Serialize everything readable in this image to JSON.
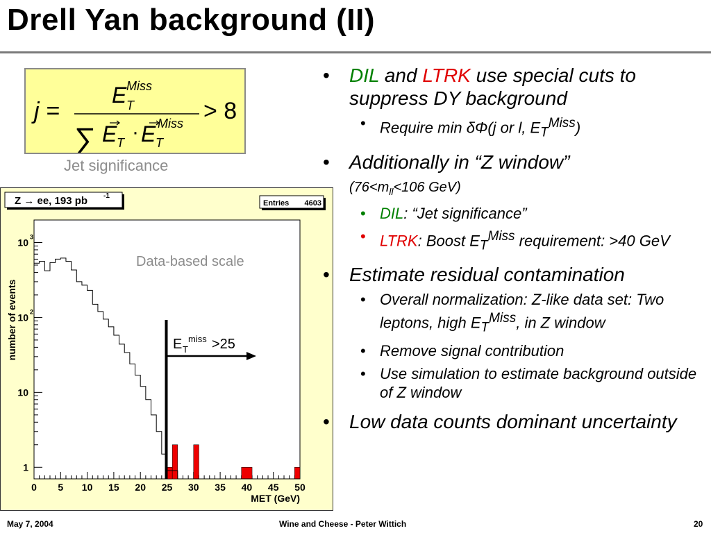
{
  "slide": {
    "title": "Drell Yan background (II)",
    "caption": "Jet significance",
    "formula": {
      "lhs": "j =",
      "num_main": "E",
      "num_sub": "T",
      "num_sup": "Miss",
      "den_sum": "∑",
      "den_e1": "E",
      "den_e1_sub": "T",
      "den_dot": "·",
      "den_e2": "E",
      "den_e2_sub": "T",
      "den_e2_sup": "Miss",
      "rhs": "> 8"
    },
    "footer": {
      "date": "May 7, 2004",
      "center": "Wine and Cheese - Peter Wittich",
      "page": "20"
    }
  },
  "chart_data": {
    "type": "bar",
    "plot_label": "Z → ee, 193 pb",
    "plot_label_sup": "-1",
    "stats": {
      "label": "Entries",
      "value": "4603"
    },
    "xlabel": "MET (GeV)",
    "ylabel": "number of events",
    "xlim": [
      0,
      50
    ],
    "y_scale": "log",
    "ylim": [
      0.7,
      2000
    ],
    "x_ticks": [
      "0",
      "5",
      "10",
      "15",
      "20",
      "25",
      "30",
      "35",
      "40",
      "45",
      "50"
    ],
    "y_ticks": [
      {
        "label": "1",
        "value": 1
      },
      {
        "label": "10",
        "value": 10
      },
      {
        "label": "10",
        "sup": "2",
        "value": 100
      },
      {
        "label": "10",
        "sup": "3",
        "value": 1000
      }
    ],
    "annotations": {
      "scale_note": "Data-based scale",
      "cut_label": "E",
      "cut_sub": "T",
      "cut_sup": "miss",
      "cut_value": ">25",
      "cut_x": 25
    },
    "histogram": {
      "bin_width": 1,
      "x_start": 0,
      "values": [
        530,
        560,
        420,
        540,
        600,
        620,
        560,
        430,
        300,
        270,
        230,
        150,
        120,
        95,
        75,
        58,
        44,
        34,
        24,
        17,
        12,
        8,
        5,
        3,
        1.5,
        0.9,
        0.9,
        0,
        0,
        0,
        0,
        0,
        0,
        0,
        0,
        0,
        0,
        0,
        0,
        0,
        0,
        0,
        0,
        0,
        0,
        0,
        0,
        0,
        0,
        0
      ]
    },
    "red_bins": [
      {
        "x0": 25,
        "x1": 26,
        "value": 1
      },
      {
        "x0": 26,
        "x1": 27,
        "value": 2
      },
      {
        "x0": 30,
        "x1": 31,
        "value": 2
      },
      {
        "x0": 39,
        "x1": 41,
        "value": 1
      },
      {
        "x0": 49,
        "x1": 50,
        "value": 1
      }
    ],
    "colors": {
      "frame_bg": "#ffffcc",
      "plot_bg": "#ffffff",
      "red_bars": "#ee0000"
    }
  },
  "bullets": {
    "b1": {
      "dil": "DIL",
      "and": " and ",
      "ltrk": "LTRK",
      "rest": " use special cuts to suppress DY background"
    },
    "b1_1": {
      "pre": "Require min δΦ(j or l, E",
      "sub": "T",
      "sup": "Miss",
      "post": ")"
    },
    "b2": {
      "text": "Additionally in “Z window”",
      "range_pre": "(76<m",
      "range_sub": "ll",
      "range_post": "<106 GeV)"
    },
    "b2_1": {
      "dil": "DIL",
      "rest": ": “Jet significance”"
    },
    "b2_2": {
      "ltrk": "LTRK",
      "pre": ": Boost E",
      "sub": "T",
      "sup": "Miss",
      "post": " requirement: >40 GeV"
    },
    "b3": {
      "text": "Estimate residual contamination"
    },
    "b3_1": {
      "pre": "Overall normalization: Z-like data set: Two leptons, high E",
      "sub": "T",
      "sup": "Miss",
      "post": ", in Z window"
    },
    "b3_2": {
      "text": "Remove signal contribution"
    },
    "b3_3": {
      "text": "Use simulation to estimate background outside of Z window"
    },
    "b4": {
      "text": "Low data counts dominant uncertainty"
    }
  }
}
